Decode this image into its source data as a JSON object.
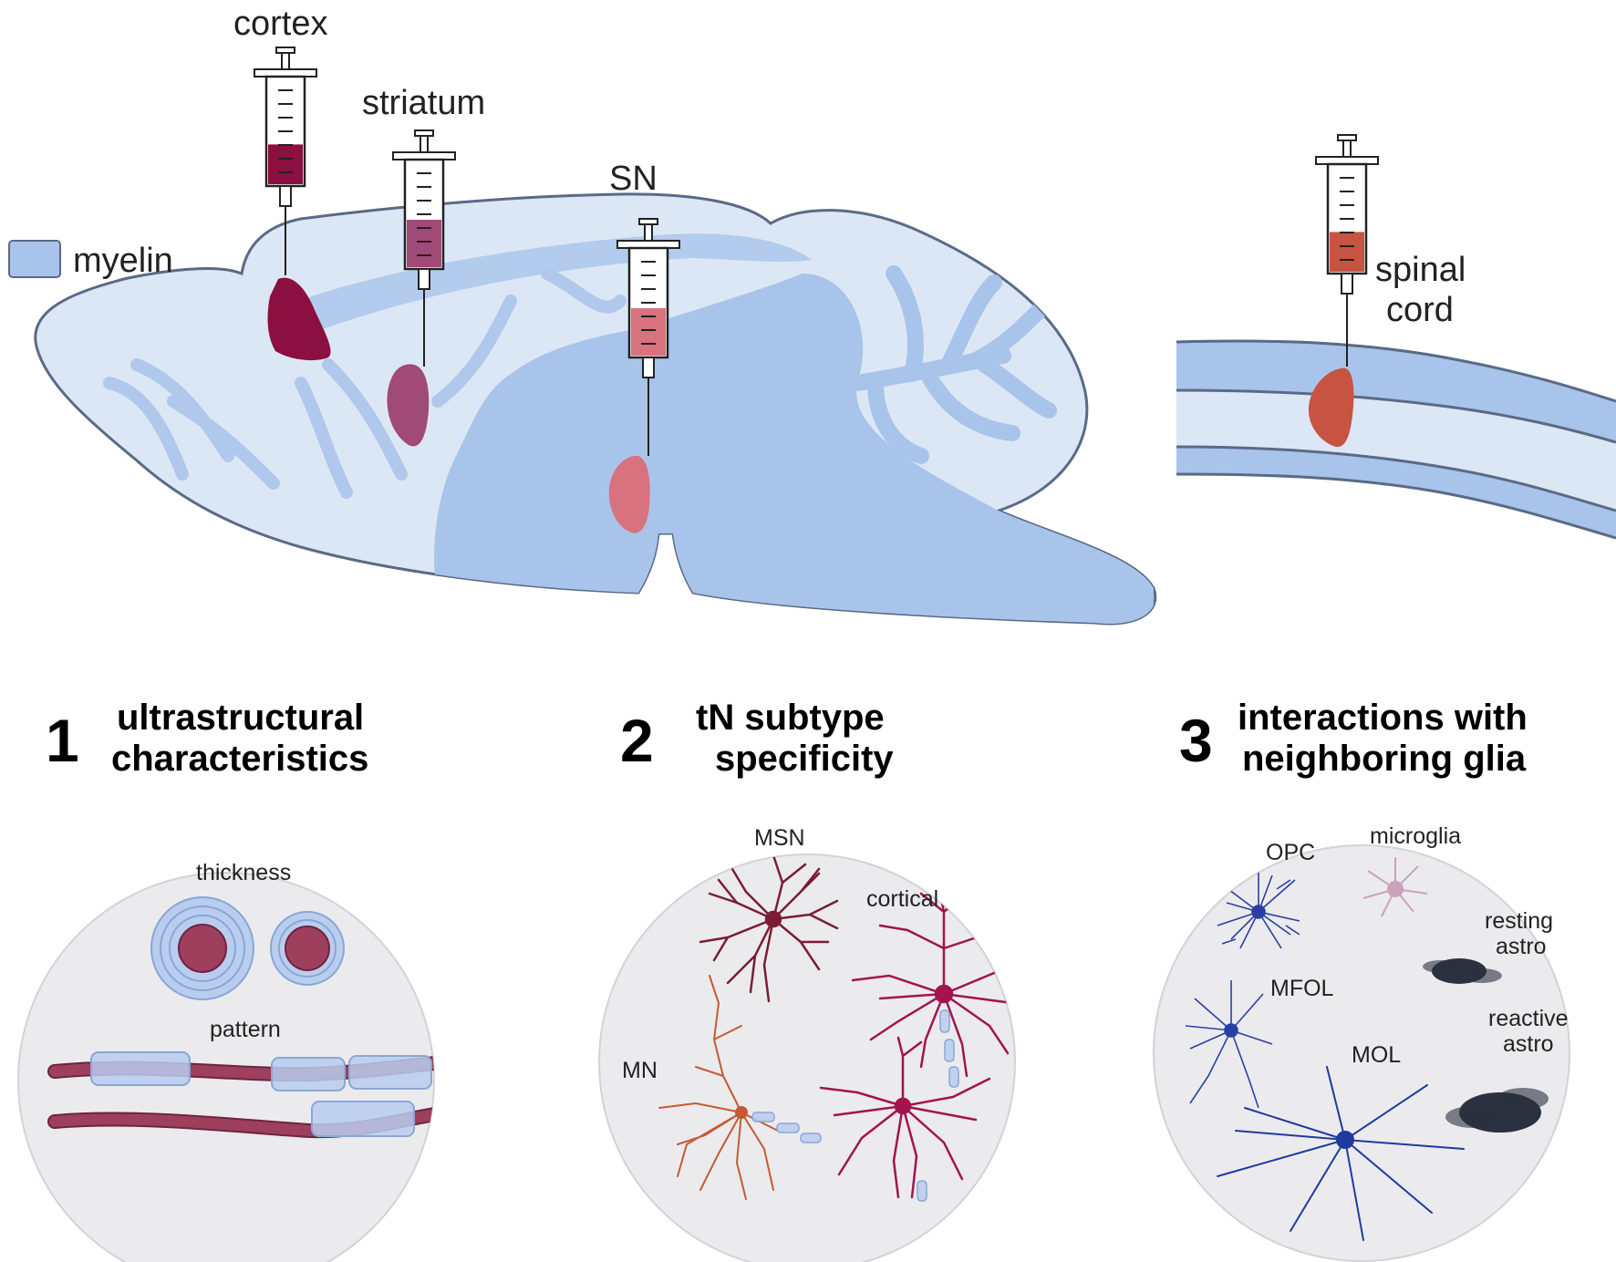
{
  "legend": {
    "label": "myelin",
    "color": "#a9c4ea"
  },
  "injections": {
    "cortex": {
      "label": "cortex",
      "color": "#8b0f3f"
    },
    "striatum": {
      "label": "striatum",
      "color": "#a04a78"
    },
    "sn": {
      "label": "SN",
      "color": "#d9727f"
    },
    "spinal": {
      "line1": "spinal",
      "line2": "cord",
      "color": "#c75343"
    }
  },
  "panels": [
    {
      "number": "1",
      "title_line1": "ultrastructural",
      "title_line2": "characteristics",
      "labels": {
        "thickness": "thickness",
        "pattern": "pattern"
      }
    },
    {
      "number": "2",
      "title_line1": "tN subtype",
      "title_line2": "specificity",
      "labels": {
        "msn": "MSN",
        "cortical": "cortical",
        "mn": "MN"
      }
    },
    {
      "number": "3",
      "title_line1": "interactions with",
      "title_line2": "neighboring glia",
      "labels": {
        "opc": "OPC",
        "microglia": "microglia",
        "resting1": "resting",
        "resting2": "astro",
        "mfol": "MFOL",
        "reactive1": "reactive",
        "reactive2": "astro",
        "mol": "MOL"
      }
    }
  ],
  "colors": {
    "brain_fill": "#dce7f6",
    "myelin": "#a9c4ea",
    "outline": "#5a6a86",
    "axon": "#9e3f5e",
    "circle_bg": "#ebebee",
    "glia_blue": "#2a3fa6",
    "microglia": "#c9a3b7",
    "astro": "#2b3140",
    "msn": "#7a1c34",
    "cortical": "#a3134e",
    "mn": "#c55a33"
  }
}
